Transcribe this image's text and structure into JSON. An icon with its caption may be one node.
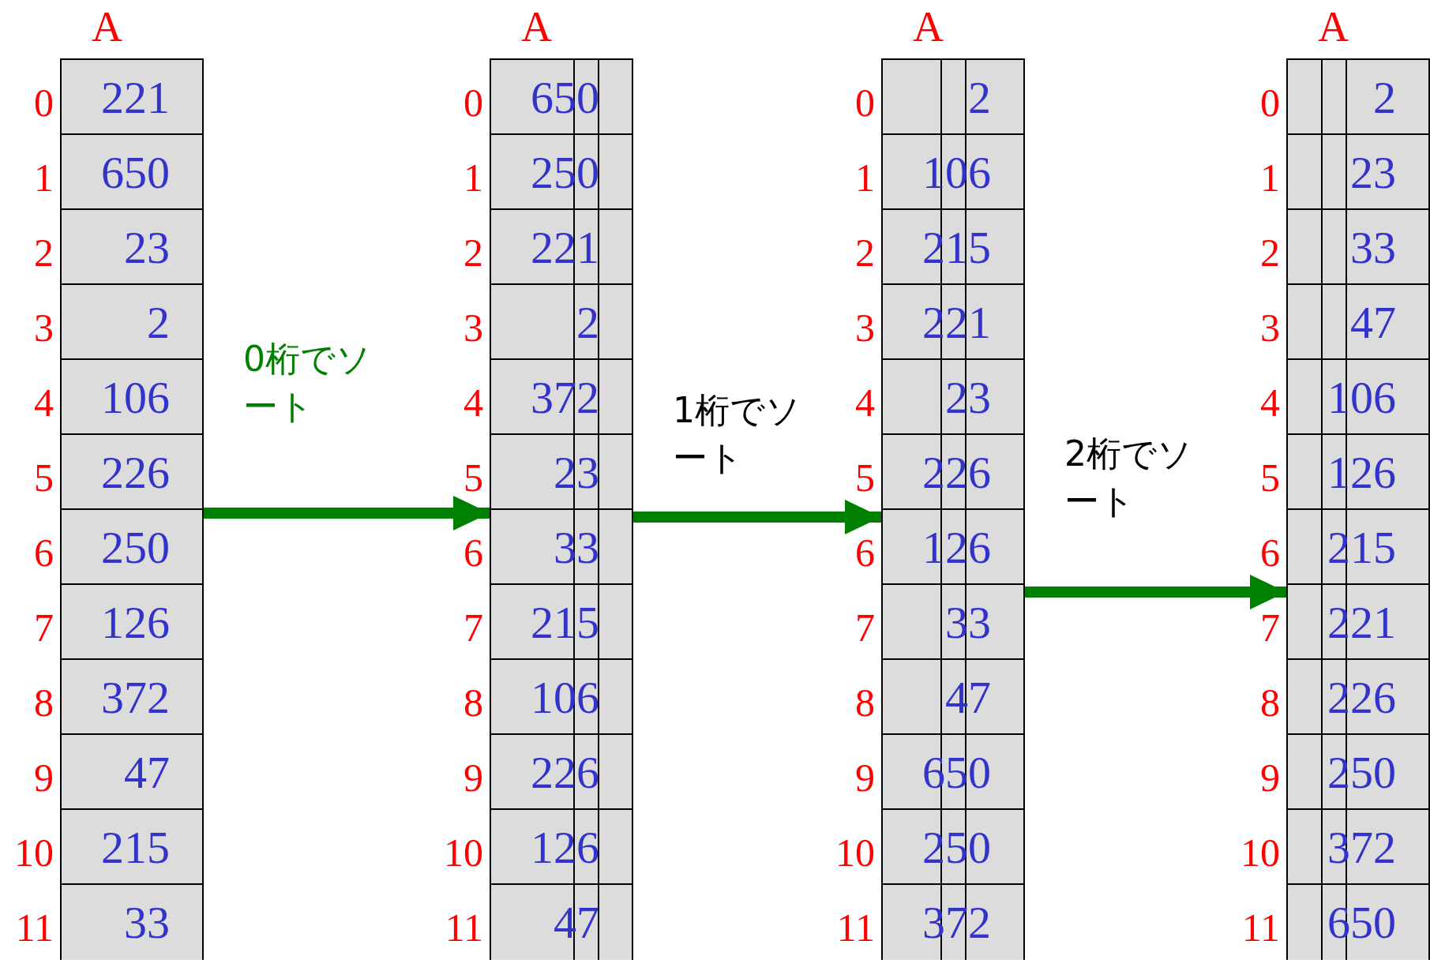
{
  "diagram": {
    "nodes": [
      {
        "text": [
          "A"
        ]
      },
      {
        "text": [
          "221"
        ],
        "in": 0
      },
      {
        "text": [
          "650"
        ],
        "in": 0
      },
      {
        "text": [
          "23"
        ],
        "in": 0
      },
      {
        "text": [
          "2"
        ],
        "in": 0
      },
      {
        "text": [
          "106"
        ],
        "in": 0
      },
      {
        "text": [
          "226"
        ],
        "in": 0
      },
      {
        "text": [
          "250"
        ],
        "in": 0
      },
      {
        "text": [
          "126"
        ],
        "in": 0
      },
      {
        "text": [
          "372"
        ],
        "in": 0
      },
      {
        "text": [
          "47"
        ],
        "in": 0
      },
      {
        "text": [
          "215"
        ],
        "in": 0
      },
      {
        "text": [
          "33"
        ],
        "in": 0
      },
      {
        "text": [
          "A"
        ]
      },
      {
        "text": [
          "650"
        ],
        "in": 13
      },
      {
        "text": [
          "250"
        ],
        "in": 13
      },
      {
        "text": [
          "221"
        ],
        "in": 13
      },
      {
        "text": [
          "2"
        ],
        "in": 13
      },
      {
        "text": [
          "372"
        ],
        "in": 13
      },
      {
        "text": [
          "23"
        ],
        "in": 13
      },
      {
        "text": [
          "33"
        ],
        "in": 13
      },
      {
        "text": [
          "215"
        ],
        "in": 13
      },
      {
        "text": [
          "106"
        ],
        "in": 13
      },
      {
        "text": [
          "226"
        ],
        "in": 13
      },
      {
        "text": [
          "126"
        ],
        "in": 13
      },
      {
        "text": [
          "47"
        ],
        "in": 13
      },
      {
        "text": [
          "A"
        ]
      },
      {
        "text": [
          "2"
        ],
        "in": 26
      },
      {
        "text": [
          "106"
        ],
        "in": 26
      },
      {
        "text": [
          "215"
        ],
        "in": 26
      },
      {
        "text": [
          "221"
        ],
        "in": 26
      },
      {
        "text": [
          "23"
        ],
        "in": 26
      },
      {
        "text": [
          "226"
        ],
        "in": 26
      },
      {
        "text": [
          "126"
        ],
        "in": 26
      },
      {
        "text": [
          "33"
        ],
        "in": 26
      },
      {
        "text": [
          "47"
        ],
        "in": 26
      },
      {
        "text": [
          "650"
        ],
        "in": 26
      },
      {
        "text": [
          "250"
        ],
        "in": 26
      },
      {
        "text": [
          "372"
        ],
        "in": 26
      },
      {
        "text": [
          "A"
        ]
      },
      {
        "text": [
          "2"
        ],
        "in": 39
      },
      {
        "text": [
          "23"
        ],
        "in": 39
      },
      {
        "text": [
          "33"
        ],
        "in": 39
      },
      {
        "text": [
          "47"
        ],
        "in": 39
      },
      {
        "text": [
          "106"
        ],
        "in": 39
      },
      {
        "text": [
          "126"
        ],
        "in": 39
      },
      {
        "text": [
          "215"
        ],
        "in": 39
      },
      {
        "text": [
          "221"
        ],
        "in": 39
      },
      {
        "text": [
          "226"
        ],
        "in": 39
      },
      {
        "text": [
          "250"
        ],
        "in": 39
      },
      {
        "text": [
          "372"
        ],
        "in": 39
      },
      {
        "text": [
          "650"
        ],
        "in": 39
      }
    ],
    "edges": [
      {
        "from": 0,
        "to": 13,
        "arrow": "to",
        "label": "0桁でソート",
        "color": "#008000"
      },
      {
        "from": 13,
        "to": 26,
        "arrow": "to",
        "label": "1桁でソート",
        "color": "#008000"
      },
      {
        "from": 26,
        "to": 39,
        "arrow": "to",
        "label": "2桁でソート",
        "color": "#008000"
      }
    ],
    "labels": [
      "0",
      "1",
      "2",
      "3",
      "4",
      "5",
      "6",
      "7",
      "8",
      "9",
      "10",
      "11",
      "0",
      "1",
      "2",
      "3",
      "4",
      "5",
      "6",
      "7",
      "8",
      "9",
      "10",
      "11",
      "0",
      "1",
      "2",
      "3",
      "4",
      "5",
      "6",
      "7",
      "8",
      "9",
      "10",
      "11",
      "0",
      "1",
      "2",
      "3",
      "4",
      "5",
      "6",
      "7",
      "8",
      "9",
      "10",
      "11"
    ]
  }
}
